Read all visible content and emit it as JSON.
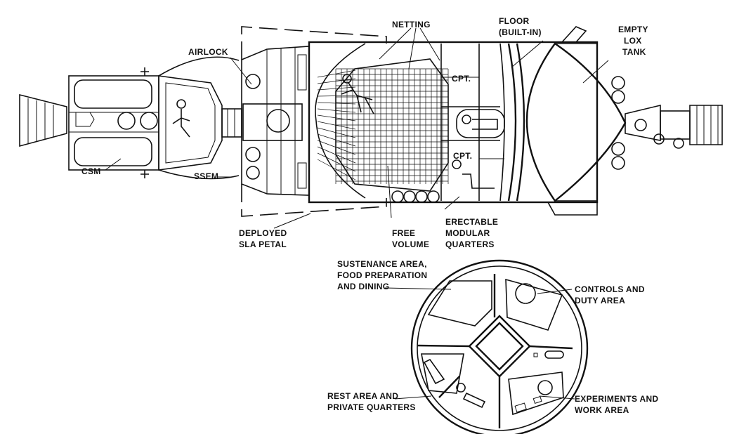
{
  "labels": {
    "netting": "NETTING",
    "floor_line1": "FLOOR",
    "floor_line2": "(BUILT-IN)",
    "empty_line1": "EMPTY",
    "empty_line2": "LOX",
    "empty_line3": "TANK",
    "airlock": "AIRLOCK",
    "cpt_top": "CPT.",
    "cpt_bottom": "CPT.",
    "csm": "CSM",
    "ssem": "SSEM",
    "deployed_line1": "DEPLOYED",
    "deployed_line2": "SLA PETAL",
    "free_line1": "FREE",
    "free_line2": "VOLUME",
    "erectable_line1": "ERECTABLE",
    "erectable_line2": "MODULAR",
    "erectable_line3": "QUARTERS",
    "sustenance_line1": "SUSTENANCE AREA,",
    "sustenance_line2": "FOOD PREPARATION",
    "sustenance_line3": "AND DINING",
    "controls_line1": "CONTROLS AND",
    "controls_line2": "DUTY AREA",
    "rest_line1": "REST AREA AND",
    "rest_line2": "PRIVATE QUARTERS",
    "experiments_line1": "EXPERIMENTS AND",
    "experiments_line2": "WORK AREA"
  }
}
